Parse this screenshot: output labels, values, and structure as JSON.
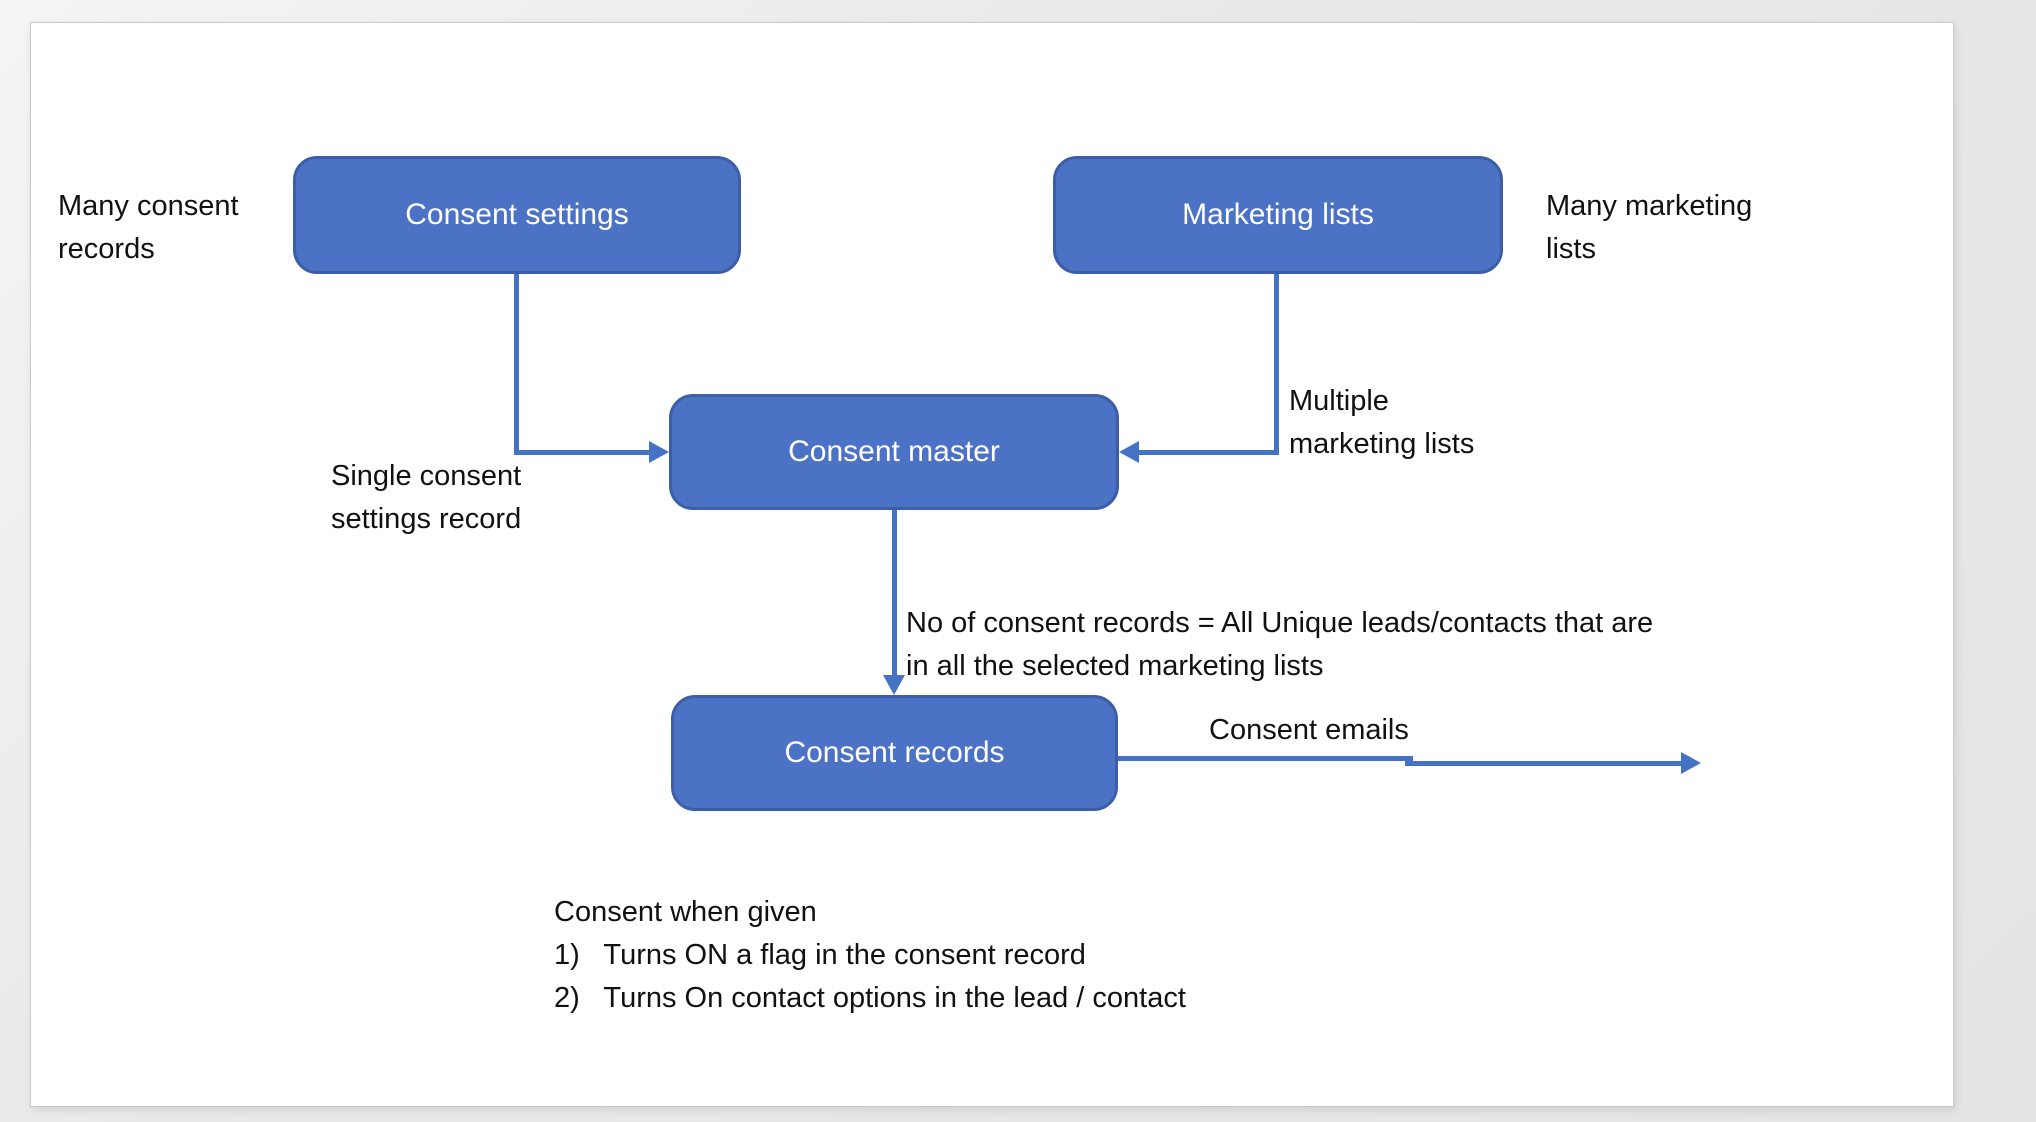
{
  "colors": {
    "node_fill": "#4b72c5",
    "node_border": "#3c5ea6",
    "arrow": "#4472c4",
    "text": "#111111",
    "canvas_background": "#ffffff",
    "outer_background": "#e9e9e9"
  },
  "nodes": [
    {
      "id": "consent-settings",
      "label": "Consent settings"
    },
    {
      "id": "marketing-lists",
      "label": "Marketing lists"
    },
    {
      "id": "consent-master",
      "label": "Consent master"
    },
    {
      "id": "consent-records",
      "label": "Consent records"
    }
  ],
  "annotations": {
    "many_consent_records": "Many consent\nrecords",
    "many_marketing_lists": "Many marketing\nlists",
    "single_consent_settings_record": "Single consent\nsettings record",
    "multiple_marketing_lists": "Multiple\nmarketing lists",
    "no_of_consent_records": "No of consent records = All Unique leads/contacts that are\nin all the selected marketing lists",
    "consent_emails": "Consent emails",
    "consent_note": "Consent when given\n1)   Turns ON a flag in the consent record\n2)   Turns On contact options in the lead / contact"
  }
}
